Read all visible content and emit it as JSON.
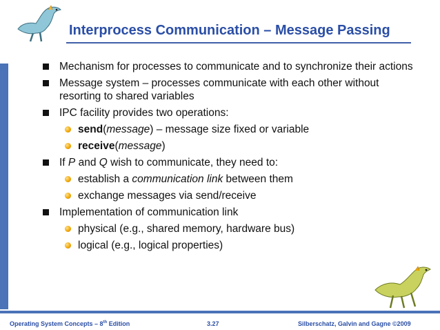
{
  "title": "Interprocess Communication – Message Passing",
  "bullets": [
    {
      "text": "Mechanism for processes to communicate and to synchronize their actions"
    },
    {
      "line1": "Message system – processes communicate with each other without",
      "line2": "resorting to shared variables"
    },
    {
      "text": "IPC facility provides two operations:"
    },
    {
      "kw": "send",
      "paren_open": "(",
      "arg": "message",
      "rest": ") – message size fixed or variable"
    },
    {
      "kw": "receive",
      "paren_open": "(",
      "arg": "message",
      "rest": ")"
    },
    {
      "pre": "If ",
      "p": "P",
      "mid": " and ",
      "q": "Q",
      "rest": " wish to communicate, they need to:"
    },
    {
      "pre": "establish a ",
      "em": "communication link",
      "rest": " between them"
    },
    {
      "text": "exchange messages via send/receive"
    },
    {
      "text": "Implementation of communication link"
    },
    {
      "text": "physical (e.g., shared memory, hardware bus)"
    },
    {
      "text": "logical (e.g., logical properties)"
    }
  ],
  "footer": {
    "left_prefix": "Operating System Concepts – 8",
    "left_sup": "th",
    "left_suffix": " Edition",
    "center": "3.27",
    "right": "Silberschatz, Galvin and Gagne ©2009"
  },
  "colors": {
    "title": "#2a4ea6",
    "bar": "#4a73b8",
    "sub_bullet": "#f0a400"
  }
}
